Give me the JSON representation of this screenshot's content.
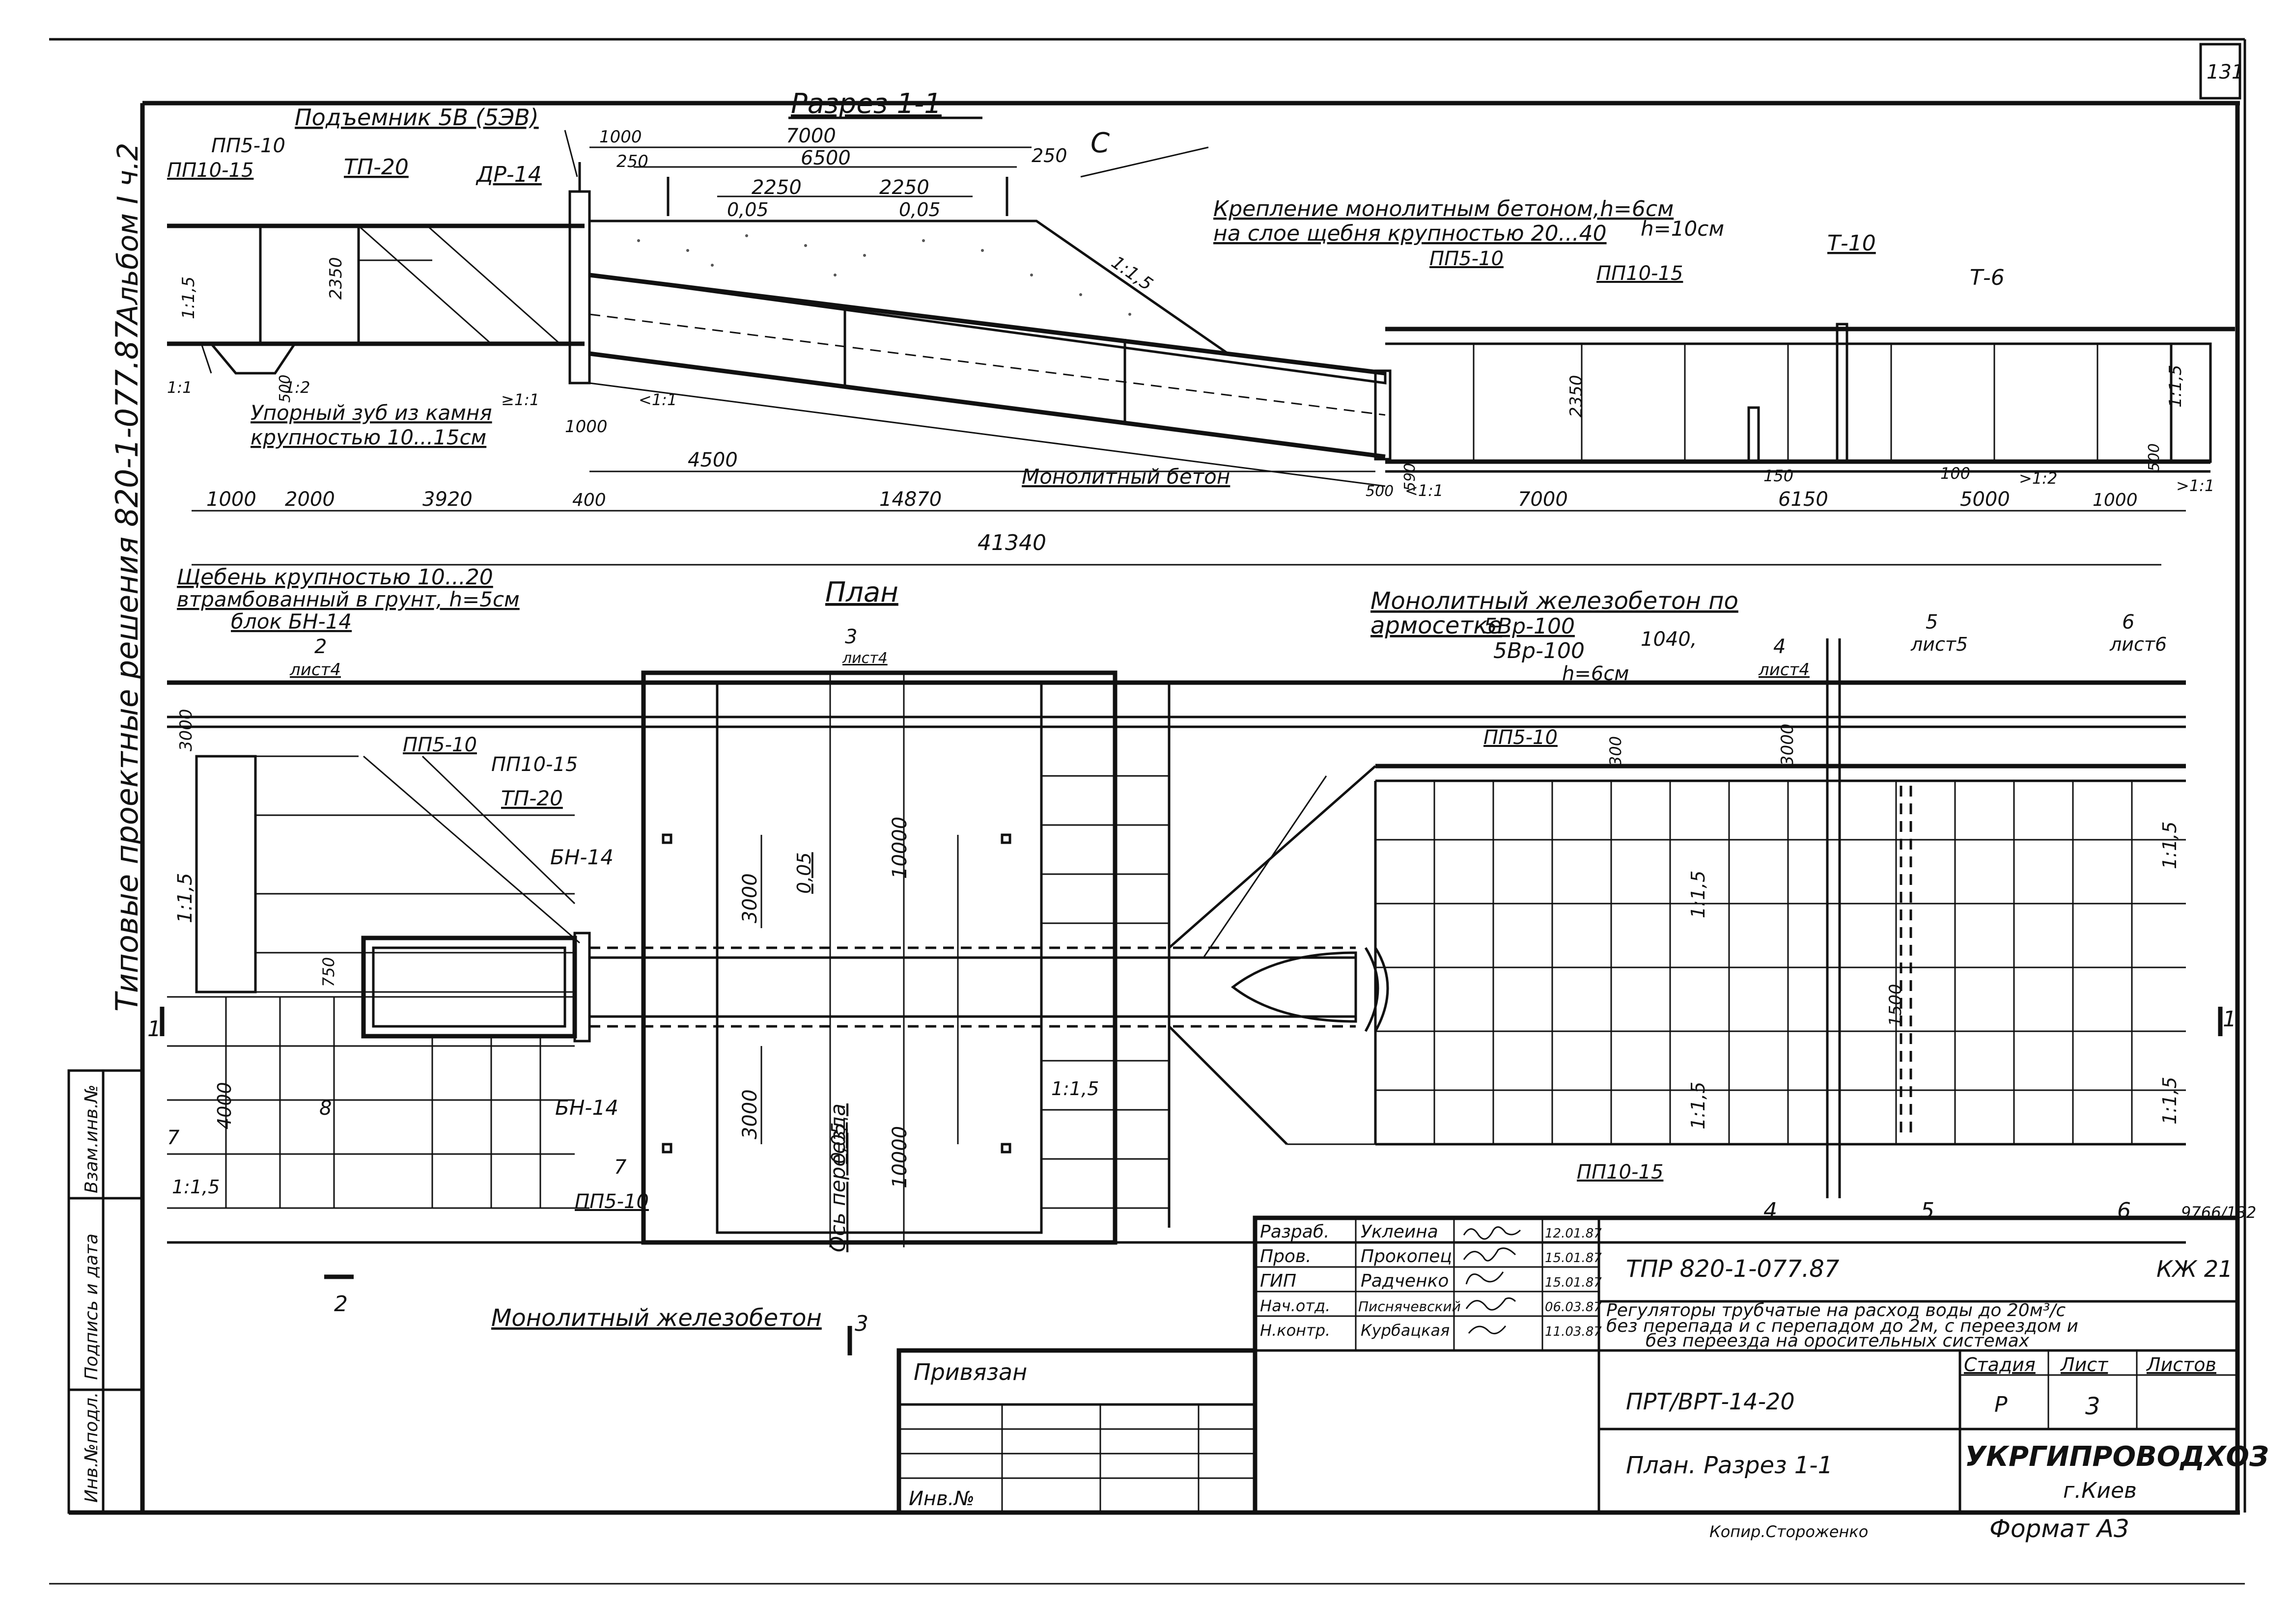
{
  "page": {
    "sheet_corner_number": "131",
    "album": "Альбом I ч.2",
    "series": "Типовые проектные решения 820-1-077.87",
    "format": "Формат А3",
    "copied_by": "Копир.Стороженко"
  },
  "left_strip": {
    "vzam": "Взам.инв.№",
    "podpis": "Подпись и дата",
    "inv_podl": "Инв.№подл."
  },
  "section": {
    "title": "Разрез 1-1",
    "labels": {
      "podemnik": "Подъемник 5В (5ЭВ)",
      "pp5_10": "ПП5-10",
      "pp10_15": "ПП10-15",
      "tp20": "ТП-20",
      "dr14": "ДР-14",
      "s": "С",
      "kreplenie_1": "Крепление монолитным бетоном,h=6см",
      "kreplenie_2": "на слое щебня крупностью 20...40",
      "h10": "h=10см",
      "t10": "Т-10",
      "t6": "Т-6",
      "upor_1": "Упорный зуб из камня",
      "upor_2": "крупностью 10...15см",
      "monolit": "Монолитный бетон",
      "slope15": "1:1,5",
      "slope12": "1:2",
      "slope11": "1:1",
      "slope_gt12": ">1:2",
      "slope_gt11": ">1:1",
      "gt1_1": "≥1:1",
      "lt1_1": "<1:1",
      "one_one": "1:1",
      "grade1": "0,05",
      "grade2": "0,05"
    },
    "dims": {
      "d7000_top": "7000",
      "d6500": "6500",
      "d1000_top": "1000",
      "d250a": "250",
      "d250b": "250",
      "d2250a": "2250",
      "d2250b": "2250",
      "d2350a": "2350",
      "d2350b": "2350",
      "d500": "500",
      "d1000_mid": "1000",
      "d4500": "4500",
      "d500b": "500",
      "d590": "590",
      "d150": "150",
      "d100": "100",
      "d500c": "500",
      "b1000": "1000",
      "b2000": "2000",
      "b3920": "3920",
      "b400": "400",
      "b14870": "14870",
      "b7000": "7000",
      "b6150": "6150",
      "b5000": "5000",
      "b1000r": "1000",
      "total": "41340"
    },
    "notes": {
      "sheben_1": "Щебень крупностью 10...20",
      "sheben_2": "втрамбованный в грунт, h=5см",
      "blok": "блок БН-14"
    }
  },
  "plan": {
    "title": "План",
    "labels": {
      "monolit_top_1": "Монолитный железобетон по",
      "monolit_top_2": "армосетке",
      "setka_1": "5Вр-100",
      "setka_2": "5Вр-100",
      "setka_size": "1040,",
      "h6": "h=6см",
      "pp5_10a": "ПП5-10",
      "pp10_15a": "ПП10-15",
      "tp20": "ТП-20",
      "bn14a": "БН-14",
      "bn14b": "БН-14",
      "pp5_10b": "ПП5-10",
      "pp5_10c": "ПП5-10",
      "pp10_15b": "ПП10-15",
      "monolit_bottom": "Монолитный железобетон",
      "os_pereezda": "Ось переезда",
      "code": "9766/132",
      "slope_a": "1:1,5",
      "slope_b": "1:1,5",
      "slope_c": "1:1,5",
      "slope_d": "1:1,5",
      "slope_e": "1:1,5",
      "slope_f": "1:1,5",
      "slope_g": "1:1,5",
      "grade_a": "0,05",
      "grade_b": "0,05"
    },
    "dims": {
      "p3000a": "3000",
      "p3000b": "3000",
      "p3000c": "3000",
      "p3000d": "3000",
      "p10000a": "10000",
      "p10000b": "10000",
      "p750": "750",
      "p4000": "4000",
      "p8": "8",
      "p300": "300",
      "p1500": "1500"
    },
    "callouts": {
      "c2_num": "2",
      "c2_sheet": "лист4",
      "c3_num": "3",
      "c3_sheet": "лист4",
      "c5_num": "5",
      "c5_sheet": "лист5",
      "c6_num": "6",
      "c6_sheet": "лист6",
      "c4_num": "4",
      "c4_sheet": "лист4",
      "s1_left": "1",
      "s1_right": "1",
      "s2": "2",
      "s3": "3",
      "s4": "4",
      "s5": "5",
      "s6": "6",
      "s7a": "7",
      "s7b": "7"
    }
  },
  "title_block": {
    "privyazan": "Привязан",
    "inv_no": "Инв.№",
    "roles": [
      "Разраб.",
      "Пров.",
      "ГИП",
      "Нач.отд.",
      "Н.контр."
    ],
    "names": [
      "Уклеина",
      "Прокопец",
      "Радченко",
      "Писнячевский",
      "Курбацкая"
    ],
    "dates": [
      "12.01.87",
      "15.01.87",
      "15.01.87",
      "06.03.87",
      "11.03.87"
    ],
    "doc_code": "ТПР 820-1-077.87",
    "mark": "КЖ 21",
    "desc_1": "Регуляторы трубчатые на расход воды до 20м³/с",
    "desc_2": "без перепада и с перепадом до 2м, с переездом и",
    "desc_3": "без переезда на оросительных системах",
    "drawing_code": "ПРТ/ВРТ-14-20",
    "stage_h": "Стадия",
    "sheet_h": "Лист",
    "sheets_h": "Листов",
    "stage_v": "Р",
    "sheet_v": "3",
    "sheet_name": "План. Разрез 1-1",
    "org": "УКРГИПРОВОДХОЗ",
    "city": "г.Киев"
  }
}
